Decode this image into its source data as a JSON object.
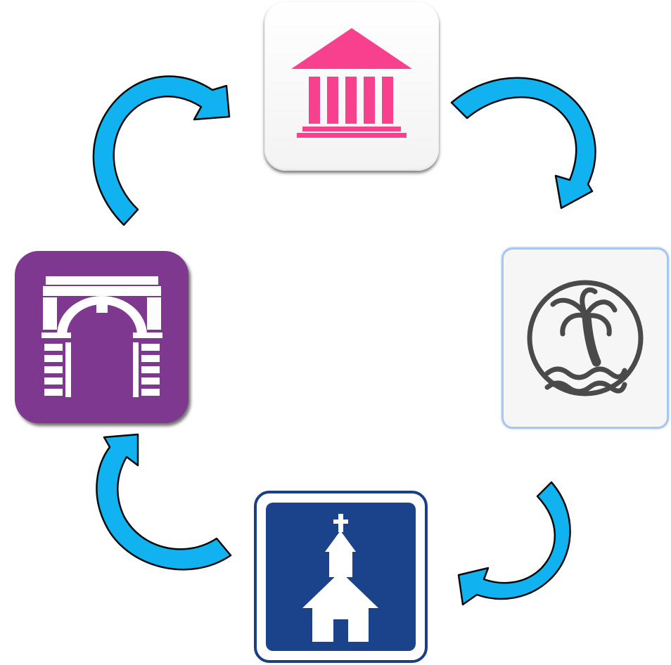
{
  "diagram": {
    "type": "cycle",
    "nodes": [
      {
        "id": "museum",
        "icon": "museum-building-icon",
        "accent": "#f7418f"
      },
      {
        "id": "beach",
        "icon": "palm-tree-beach-icon",
        "accent": "#555555"
      },
      {
        "id": "church",
        "icon": "church-icon",
        "accent": "#1a438c"
      },
      {
        "id": "arch",
        "icon": "triumphal-arch-icon",
        "accent": "#7f3890"
      }
    ],
    "edges": [
      {
        "from": "museum",
        "to": "beach"
      },
      {
        "from": "beach",
        "to": "church"
      },
      {
        "from": "church",
        "to": "arch"
      },
      {
        "from": "arch",
        "to": "museum"
      }
    ],
    "arrow_color": "#10b2f0"
  }
}
